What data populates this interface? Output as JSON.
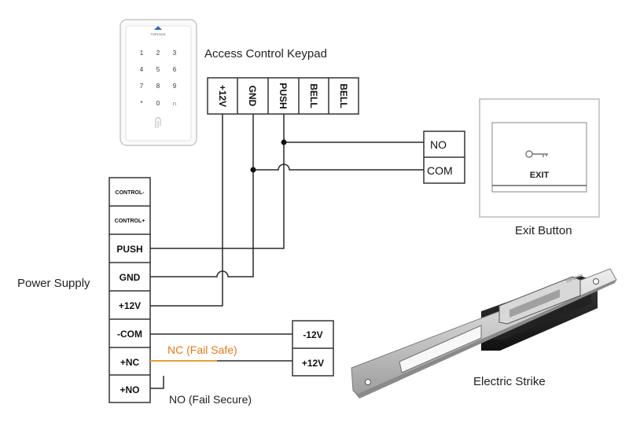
{
  "keypad": {
    "title": "Access Control Keypad",
    "brand": "TOPLOCK",
    "keys": [
      "1",
      "2",
      "3",
      "4",
      "5",
      "6",
      "7",
      "8",
      "9",
      "*",
      "0",
      "∩"
    ],
    "terminals": [
      "+12V",
      "GND",
      "PUSH",
      "BELL",
      "BELL"
    ]
  },
  "power_supply": {
    "title": "Power Supply",
    "terminals": [
      "CONTROL-",
      "CONTROL+",
      "PUSH",
      "GND",
      "+12V",
      "-COM",
      "+NC",
      "+NO"
    ]
  },
  "exit_button": {
    "title": "Exit Button",
    "face_label": "EXIT",
    "terminals": [
      "NO",
      "COM"
    ]
  },
  "strike": {
    "title": "Electric Strike",
    "brand": "TOPLOCK",
    "terminals": [
      "-12V",
      "+12V"
    ]
  },
  "annotations": {
    "nc": "NC (Fail Safe)",
    "no": "NO (Fail Secure)"
  },
  "colors": {
    "wire": "#2a2a2a",
    "nc_wire": "#e8a23a",
    "nc_text": "#e07a1f"
  }
}
